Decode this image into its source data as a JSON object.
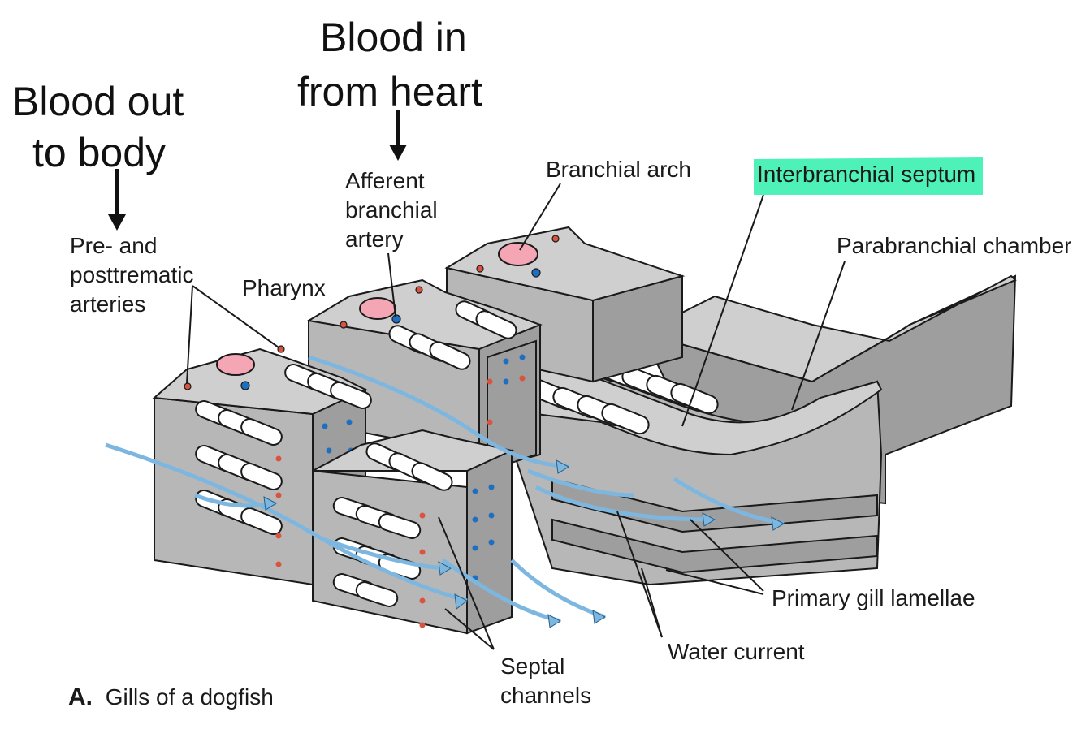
{
  "headings": {
    "blood_out_line1": "Blood out",
    "blood_out_line2": "to body",
    "blood_in_line1": "Blood in",
    "blood_in_line2": "from heart"
  },
  "labels": {
    "pre_post_1": "Pre- and",
    "pre_post_2": "posttrematic",
    "pre_post_3": "arteries",
    "pharynx": "Pharynx",
    "afferent_1": "Afferent",
    "afferent_2": "branchial",
    "afferent_3": "artery",
    "branchial_arch": "Branchial arch",
    "interbranchial_septum": "Interbranchial  septum",
    "parabranchial_chamber": "Parabranchial chamber",
    "primary_gill_lamellae": "Primary gill lamellae",
    "water_current": "Water current",
    "septal_1": "Septal",
    "septal_2": "channels"
  },
  "caption": {
    "letter": "A.",
    "text": "Gills of a dogfish"
  },
  "colors": {
    "highlight": "#4ef2b8",
    "blood_vessel_red": "#f4a6b4",
    "artery_red": "#d9543f",
    "artery_blue": "#1e6fc2",
    "water_flow": "#7db7e0",
    "tissue_gray": "#bdbdbd"
  }
}
